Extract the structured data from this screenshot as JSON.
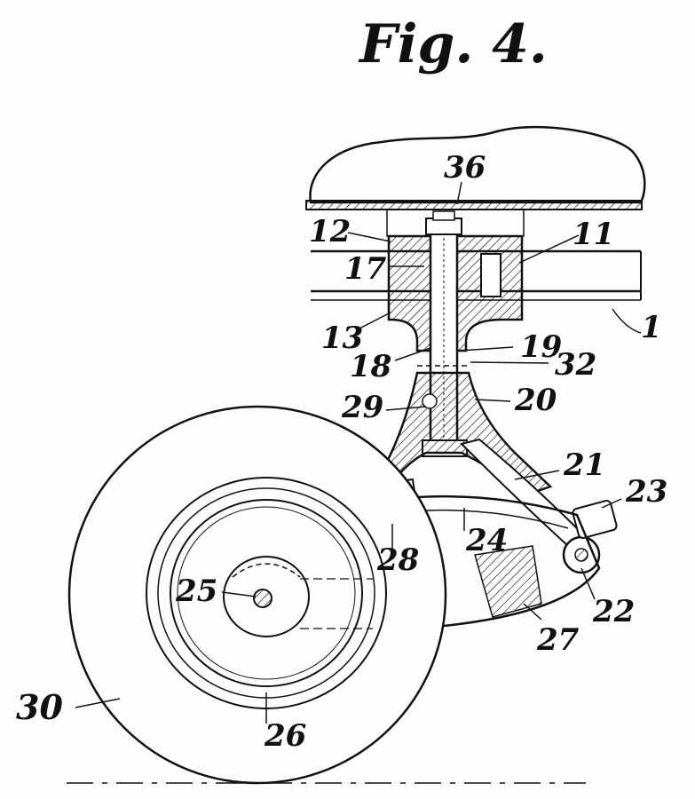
{
  "figure": {
    "title": "Fig. 4."
  },
  "labels": {
    "l1": "1",
    "l11": "11",
    "l12": "12",
    "l13": "13",
    "l17": "17",
    "l18": "18",
    "l19": "19",
    "l20": "20",
    "l21": "21",
    "l22": "22",
    "l23": "23",
    "l24": "24",
    "l25": "25",
    "l26": "26",
    "l27": "27",
    "l28": "28",
    "l29": "29",
    "l30": "30",
    "l32": "32",
    "l36": "36"
  },
  "colors": {
    "ink": "#111111",
    "paper": "#fdfdfb"
  }
}
